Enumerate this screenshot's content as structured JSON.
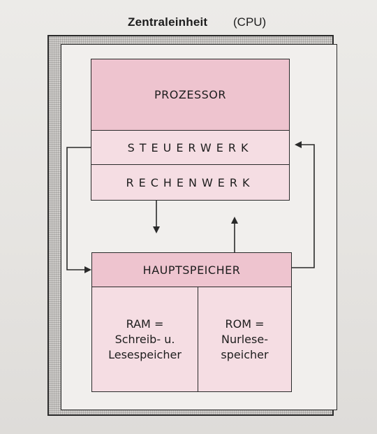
{
  "title": {
    "bold": "Zentraleinheit",
    "paren": "(CPU)"
  },
  "blocks": {
    "prozessor": "PROZESSOR",
    "steuerwerk": "STEUERWERK",
    "rechenwerk": "RECHENWERK",
    "hauptspeicher": "HAUPTSPEICHER",
    "ram": [
      "RAM =",
      "Schreib- u.",
      "Lesespeicher"
    ],
    "rom": [
      "ROM =",
      "Nurlese-",
      "speicher"
    ]
  },
  "colors": {
    "header_fill": "#eec4cf",
    "body_fill": "#f5dde3",
    "frame_outline": "#2a2a2a",
    "line": "#2a2a2a"
  },
  "connections": [
    {
      "from": "steuerwerk",
      "to": "hauptspeicher",
      "route": "left-loop",
      "arrow": "into-hauptspeicher"
    },
    {
      "from": "rechenwerk",
      "to": "hauptspeicher",
      "route": "down",
      "arrow": "down"
    },
    {
      "from": "hauptspeicher",
      "to": "rechenwerk",
      "route": "up",
      "arrow": "up"
    },
    {
      "from": "hauptspeicher",
      "to": "steuerwerk",
      "route": "right-loop",
      "arrow": "into-steuerwerk"
    }
  ]
}
